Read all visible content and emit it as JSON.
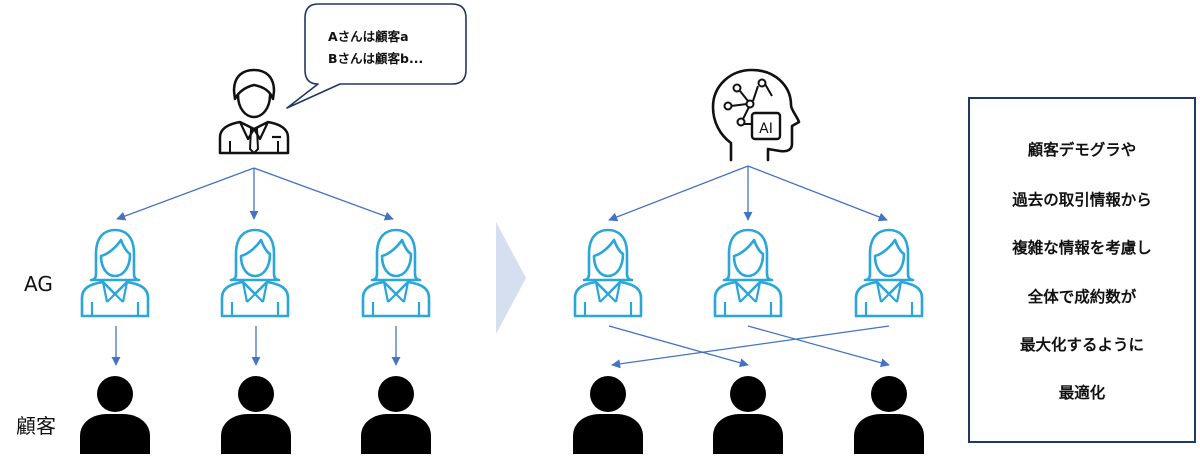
{
  "labels": {
    "agent_row": "AG",
    "customer_row": "顧客"
  },
  "speech_bubble": {
    "line1": "Aさんは顧客a",
    "line2": "Bさんは顧客b..."
  },
  "ai_badge": "AI",
  "explanation": {
    "lines": [
      "顧客デモグラや",
      "過去の取引情報から",
      "複雑な情報を考慮し",
      "全体で成約数が",
      "最大化するように",
      "最適化"
    ]
  },
  "colors": {
    "arrow": "#4472c4",
    "agent_icon": "#2aa6d9",
    "customer_icon": "#000000",
    "chevron": "#d6dff0",
    "box_border": "#1f3864"
  }
}
